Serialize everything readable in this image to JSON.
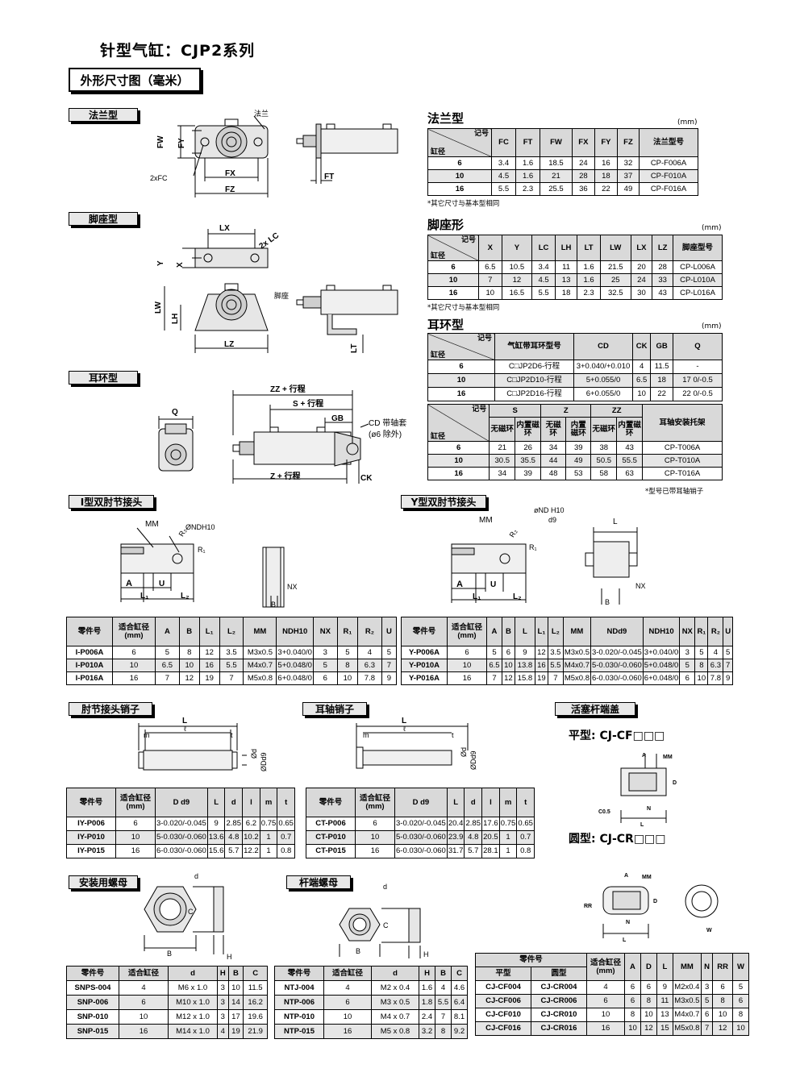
{
  "title": "针型气缸：CJP2系列",
  "subtitle": "外形尺寸图（毫米）",
  "labels": {
    "flange": "法兰型",
    "foot": "脚座型",
    "clevis": "耳环型",
    "i_knuckle": "I型双肘节接头",
    "y_knuckle": "Y型双肘节接头",
    "knuckle_pin": "肘节接头销子",
    "clevis_pin": "耳轴销子",
    "rod_end_cap": "活塞杆端盖",
    "mount_nut": "安装用螺母",
    "rod_nut": "杆端螺母"
  },
  "diagram_text": {
    "flange_word": "法兰",
    "fw": "FW",
    "fy": "FY",
    "fx": "FX",
    "fz": "FZ",
    "fc": "2xFC",
    "ft": "FT",
    "lx": "LX",
    "lc": "2x LC",
    "y": "Y",
    "x": "X",
    "lw": "LW",
    "lh": "LH",
    "lz": "LZ",
    "lt": "LT",
    "foot_word": "脚座",
    "zz": "ZZ + 行程",
    "s": "S + 行程",
    "gb": "GB",
    "z": "Z + 行程",
    "ck": "CK",
    "q": "Q",
    "cd_note1": "CD 带轴套",
    "cd_note2": "(ø6 除外)",
    "mm": "MM",
    "r2": "R₂",
    "ndh10": "ØNDH10",
    "r1": "R₁",
    "a": "A",
    "u": "U",
    "l1": "L₁",
    "l2": "L₂",
    "nx1": "NX",
    "b": "B",
    "nd_y": "øND H10",
    "d9": "d9",
    "l": "L",
    "nx2": "NX",
    "ell": "ℓ",
    "m": "m",
    "t": "t",
    "od": "Ød",
    "odd9": "ØDd9",
    "flat_type": "平型: CJ-CF□□□",
    "round_type": "圆型: CJ-CR□□□",
    "a2": "A",
    "mm2": "MM",
    "d2": "D",
    "c05": "C0.5",
    "n": "N",
    "l3": "L",
    "rr": "RR",
    "w": "W",
    "dsmall": "d",
    "c": "C",
    "h": "H",
    "bb": "B"
  },
  "flange_table": {
    "title": "法兰型",
    "unit": "(mm)",
    "corner_top": "记号",
    "corner_bottom": "缸径",
    "headers": [
      "FC",
      "FT",
      "FW",
      "FX",
      "FY",
      "FZ",
      "法兰型号"
    ],
    "rows": [
      [
        "6",
        "3.4",
        "1.6",
        "18.5",
        "24",
        "16",
        "32",
        "CP-F006A"
      ],
      [
        "10",
        "4.5",
        "1.6",
        "21",
        "28",
        "18",
        "37",
        "CP-F010A"
      ],
      [
        "16",
        "5.5",
        "2.3",
        "25.5",
        "36",
        "22",
        "49",
        "CP-F016A"
      ]
    ],
    "note": "*其它尺寸与基本型相同"
  },
  "foot_table": {
    "title": "脚座形",
    "unit": "(mm)",
    "corner_top": "记号",
    "corner_bottom": "缸径",
    "headers": [
      "X",
      "Y",
      "LC",
      "LH",
      "LT",
      "LW",
      "LX",
      "LZ",
      "脚座型号"
    ],
    "rows": [
      [
        "6",
        "6.5",
        "10.5",
        "3.4",
        "11",
        "1.6",
        "21.5",
        "20",
        "28",
        "CP-L006A"
      ],
      [
        "10",
        "7",
        "12",
        "4.5",
        "13",
        "1.6",
        "25",
        "24",
        "33",
        "CP-L010A"
      ],
      [
        "16",
        "10",
        "16.5",
        "5.5",
        "18",
        "2.3",
        "32.5",
        "30",
        "43",
        "CP-L016A"
      ]
    ],
    "note": "*其它尺寸与基本型相同"
  },
  "clevis_table": {
    "title": "耳环型",
    "unit": "(mm)",
    "corner_top": "记号",
    "corner_bottom": "缸径",
    "headers": [
      "气缸带耳环型号",
      "CD",
      "CK",
      "GB",
      "Q"
    ],
    "rows": [
      [
        "6",
        "C□JP2D6-行程",
        "3+0.040/+0.010",
        "4",
        "11.5",
        "-"
      ],
      [
        "10",
        "C□JP2D10-行程",
        "5+0.055/0",
        "6.5",
        "18",
        "17 0/-0.5"
      ],
      [
        "16",
        "C□JP2D16-行程",
        "6+0.055/0",
        "10",
        "22",
        "22 0/-0.5"
      ]
    ]
  },
  "clevis_table2": {
    "corner_top": "记号",
    "corner_bottom": "缸径",
    "groups": [
      "S",
      "Z",
      "ZZ"
    ],
    "last": "耳轴安装托架",
    "sub": [
      "无磁环",
      "内置磁环",
      "无磁环",
      "内置磁环",
      "无磁环",
      "内置磁环"
    ],
    "rows": [
      [
        "6",
        "21",
        "26",
        "34",
        "39",
        "38",
        "43",
        "CP-T006A"
      ],
      [
        "10",
        "30.5",
        "35.5",
        "44",
        "49",
        "50.5",
        "55.5",
        "CP-T010A"
      ],
      [
        "16",
        "34",
        "39",
        "48",
        "53",
        "58",
        "63",
        "CP-T016A"
      ]
    ],
    "note": "*型号已带耳轴销子"
  },
  "i_table": {
    "headers": [
      "零件号",
      "适合缸径(mm)",
      "A",
      "B",
      "L₁",
      "L₂",
      "MM",
      "NDH10",
      "NX",
      "R₁",
      "R₂",
      "U"
    ],
    "rows": [
      [
        "I-P006A",
        "6",
        "5",
        "8",
        "12",
        "3.5",
        "M3x0.5",
        "3+0.040/0",
        "3",
        "5",
        "4",
        "5"
      ],
      [
        "I-P010A",
        "10",
        "6.5",
        "10",
        "16",
        "5.5",
        "M4x0.7",
        "5+0.048/0",
        "5",
        "8",
        "6.3",
        "7"
      ],
      [
        "I-P016A",
        "16",
        "7",
        "12",
        "19",
        "7",
        "M5x0.8",
        "6+0.048/0",
        "6",
        "10",
        "7.8",
        "9"
      ]
    ]
  },
  "y_table": {
    "headers": [
      "零件号",
      "适合缸径(mm)",
      "A",
      "B",
      "L",
      "L₁",
      "L₂",
      "MM",
      "NDd9",
      "NDH10",
      "NX",
      "R₁",
      "R₂",
      "U"
    ],
    "rows": [
      [
        "Y-P006A",
        "6",
        "5",
        "6",
        "9",
        "12",
        "3.5",
        "M3x0.5",
        "3-0.020/-0.045",
        "3+0.040/0",
        "3",
        "5",
        "4",
        "5"
      ],
      [
        "Y-P010A",
        "10",
        "6.5",
        "10",
        "13.8",
        "16",
        "5.5",
        "M4x0.7",
        "5-0.030/-0.060",
        "5+0.048/0",
        "5",
        "8",
        "6.3",
        "7"
      ],
      [
        "Y-P016A",
        "16",
        "7",
        "12",
        "15.8",
        "19",
        "7",
        "M5x0.8",
        "6-0.030/-0.060",
        "6+0.048/0",
        "6",
        "10",
        "7.8",
        "9"
      ]
    ]
  },
  "knuckle_pin_table": {
    "headers": [
      "零件号",
      "适合缸径(mm)",
      "D d9",
      "L",
      "d",
      "l",
      "m",
      "t"
    ],
    "rows": [
      [
        "IY-P006",
        "6",
        "3-0.020/-0.045",
        "9",
        "2.85",
        "6.2",
        "0.75",
        "0.65"
      ],
      [
        "IY-P010",
        "10",
        "5-0.030/-0.060",
        "13.6",
        "4.8",
        "10.2",
        "1",
        "0.7"
      ],
      [
        "IY-P015",
        "16",
        "6-0.030/-0.060",
        "15.6",
        "5.7",
        "12.2",
        "1",
        "0.8"
      ]
    ]
  },
  "clevis_pin_table": {
    "headers": [
      "零件号",
      "适合缸径(mm)",
      "D d9",
      "L",
      "d",
      "l",
      "m",
      "t"
    ],
    "rows": [
      [
        "CT-P006",
        "6",
        "3-0.020/-0.045",
        "20.4",
        "2.85",
        "17.6",
        "0.75",
        "0.65"
      ],
      [
        "CT-P010",
        "10",
        "5-0.030/-0.060",
        "23.9",
        "4.8",
        "20.5",
        "1",
        "0.7"
      ],
      [
        "CT-P015",
        "16",
        "6-0.030/-0.060",
        "31.7",
        "5.7",
        "28.1",
        "1",
        "0.8"
      ]
    ]
  },
  "mount_nut_table": {
    "headers": [
      "零件号",
      "适合缸径",
      "d",
      "H",
      "B",
      "C"
    ],
    "rows": [
      [
        "SNPS-004",
        "4",
        "M6 x 1.0",
        "3",
        "10",
        "11.5"
      ],
      [
        "SNP-006",
        "6",
        "M10 x 1.0",
        "3",
        "14",
        "16.2"
      ],
      [
        "SNP-010",
        "10",
        "M12 x 1.0",
        "3",
        "17",
        "19.6"
      ],
      [
        "SNP-015",
        "16",
        "M14 x 1.0",
        "4",
        "19",
        "21.9"
      ]
    ]
  },
  "rod_nut_table": {
    "headers": [
      "零件号",
      "适合缸径",
      "d",
      "H",
      "B",
      "C"
    ],
    "rows": [
      [
        "NTJ-004",
        "4",
        "M2 x 0.4",
        "1.6",
        "4",
        "4.6"
      ],
      [
        "NTP-006",
        "6",
        "M3 x 0.5",
        "1.8",
        "5.5",
        "6.4"
      ],
      [
        "NTP-010",
        "10",
        "M4 x 0.7",
        "2.4",
        "7",
        "8.1"
      ],
      [
        "NTP-015",
        "16",
        "M5 x 0.8",
        "3.2",
        "8",
        "9.2"
      ]
    ]
  },
  "cap_table": {
    "group": "零件号",
    "sub": [
      "平型",
      "圆型"
    ],
    "headers": [
      "适合缸径(mm)",
      "A",
      "D",
      "L",
      "MM",
      "N",
      "RR",
      "W"
    ],
    "rows": [
      [
        "CJ-CF004",
        "CJ-CR004",
        "4",
        "6",
        "6",
        "9",
        "M2x0.4",
        "3",
        "6",
        "5"
      ],
      [
        "CJ-CF006",
        "CJ-CR006",
        "6",
        "6",
        "8",
        "11",
        "M3x0.5",
        "5",
        "8",
        "6"
      ],
      [
        "CJ-CF010",
        "CJ-CR010",
        "10",
        "8",
        "10",
        "13",
        "M4x0.7",
        "6",
        "10",
        "8"
      ],
      [
        "CJ-CF016",
        "CJ-CR016",
        "16",
        "10",
        "12",
        "15",
        "M5x0.8",
        "7",
        "12",
        "10"
      ]
    ]
  }
}
